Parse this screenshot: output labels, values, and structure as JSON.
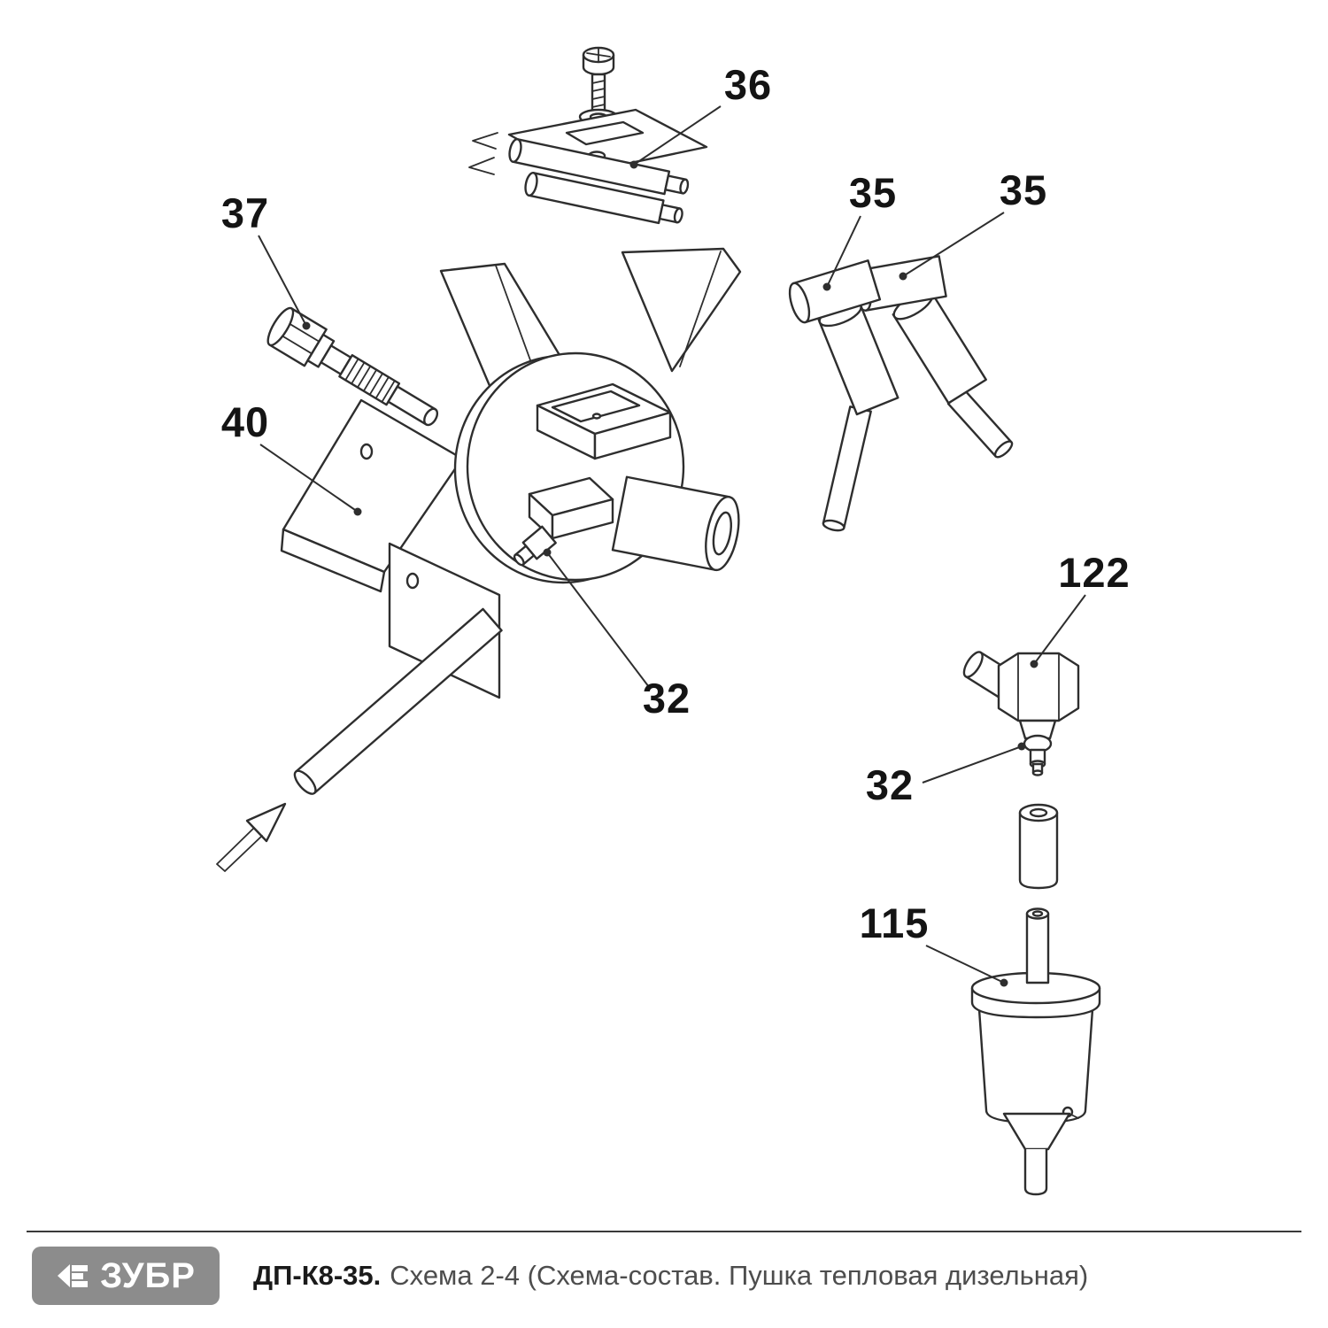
{
  "callouts": {
    "part36": "36",
    "part37": "37",
    "part35_left": "35",
    "part35_right": "35",
    "part40": "40",
    "part32_hub": "32",
    "part122": "122",
    "part32_fitting": "32",
    "part115": "115"
  },
  "footer": {
    "logo_text": "ЗУБР",
    "model": "ДП-К8-35.",
    "subtitle": "Схема 2-4 (Схема-состав. Пушка тепловая дизельная)"
  },
  "colors": {
    "line": "#2e2e2e",
    "callout_text": "#141414",
    "logo_background": "#8c8c8c",
    "logo_text": "#ffffff",
    "model_text": "#1a1a1a",
    "subtitle_text": "#4d4d4d"
  }
}
